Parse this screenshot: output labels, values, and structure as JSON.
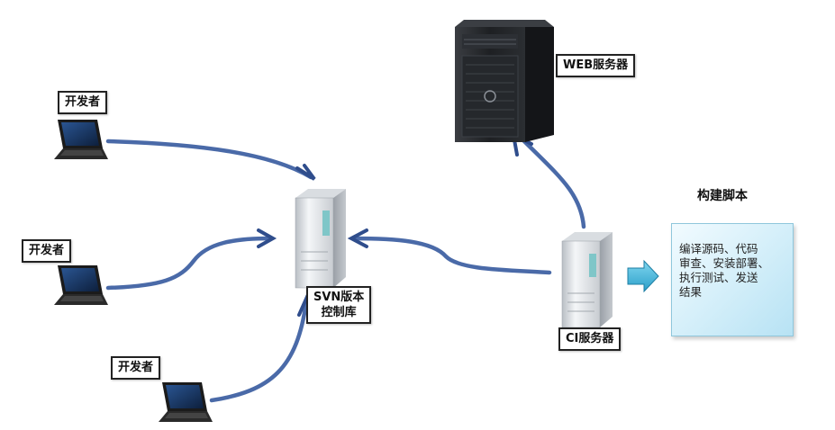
{
  "nodes": {
    "developer_1": {
      "label": "开发者"
    },
    "developer_2": {
      "label": "开发者"
    },
    "developer_3": {
      "label": "开发者"
    },
    "svn": {
      "label_line1": "SVN版本",
      "label_line2": "控制库"
    },
    "web_server": {
      "label": "WEB服务器"
    },
    "ci_server": {
      "label": "CI服务器"
    },
    "build_script": {
      "title": "构建脚本",
      "lines": [
        "编译源码、代码",
        "审查、安装部署、",
        "执行测试、发送",
        "结果"
      ]
    }
  },
  "colors": {
    "arrow": "#4a6aa8",
    "arrow_dark": "#2f4d8c",
    "callout_arrow": "#3fb3d8",
    "script_box_bg": "#d2eef9",
    "server_body": "#e6e9ec",
    "server_accent": "#7fc6c8",
    "tower_body": "#1d1f22",
    "laptop_screen": "#1a3b6b"
  },
  "icons": {
    "laptop": "laptop-icon",
    "svn_server": "server-icon",
    "ci_server": "server-icon",
    "web_server": "tower-server-icon",
    "callout": "arrow-right-icon"
  }
}
